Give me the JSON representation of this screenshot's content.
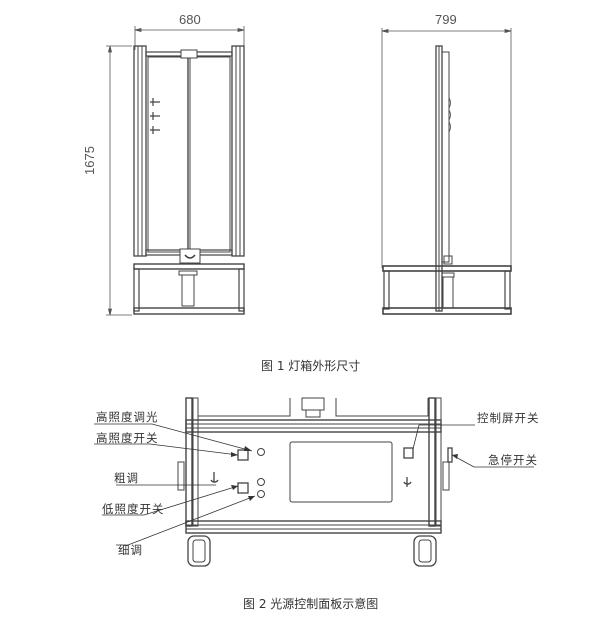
{
  "figure1": {
    "caption": "图 1  灯箱外形尺寸",
    "front_view": {
      "width_dim": "680",
      "height_dim": "1675"
    },
    "side_view": {
      "depth_dim": "799"
    }
  },
  "figure2": {
    "caption": "图 2  光源控制面板示意图",
    "labels": {
      "high_dimming": "高照度调光",
      "high_switch": "高照度开关",
      "coarse": "粗调",
      "low_switch": "低照度开关",
      "fine": "细调",
      "screen_switch": "控制屏开关",
      "estop": "急停开关"
    }
  },
  "colors": {
    "line": "#333333",
    "frame": "#555555",
    "text": "#333333",
    "background": "#ffffff"
  }
}
